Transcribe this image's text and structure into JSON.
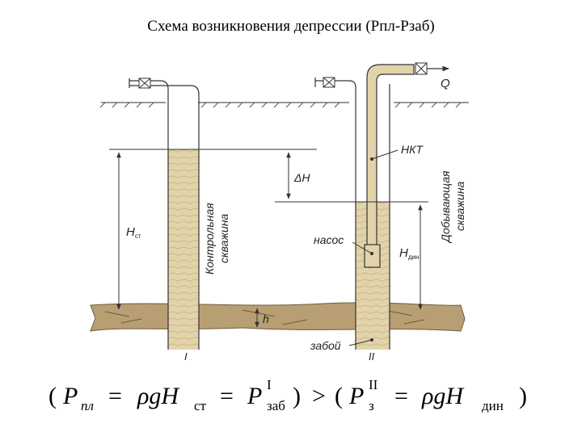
{
  "title": "Схема возникновения депрессии (Рпл-Рзаб)",
  "labels": {
    "flow": "Q",
    "tubing": "НКТ",
    "delta_h": "ΔH",
    "h_st": "H",
    "h_st_sub": "ст",
    "control_well": [
      "Контрольная",
      "скважина"
    ],
    "producing_well": [
      "Добывающая",
      "скважина"
    ],
    "pump": "насос",
    "h_din": "H",
    "h_din_sub": "дин",
    "h": "h",
    "bottomhole": "забой",
    "well1": "I",
    "well2": "II"
  },
  "formula": {
    "open1": "(",
    "p": "P",
    "pl_sub": "пл",
    "eq1": "=",
    "rho_g_h": "ρgH",
    "st_sub": "ст",
    "eq2": "=",
    "p2": "P",
    "sup1": "I",
    "zab_sub": "заб",
    "close1": ")",
    "gt": ">",
    "open2": "(",
    "p3": "P",
    "sup2": "II",
    "z_sub": "з",
    "eq3": "=",
    "rho_g_h2": "ρgH",
    "din_sub": "дин",
    "close2": ")"
  },
  "colors": {
    "fluid": "#dfcfa6",
    "formation": "#b89f73",
    "line": "#333333"
  }
}
